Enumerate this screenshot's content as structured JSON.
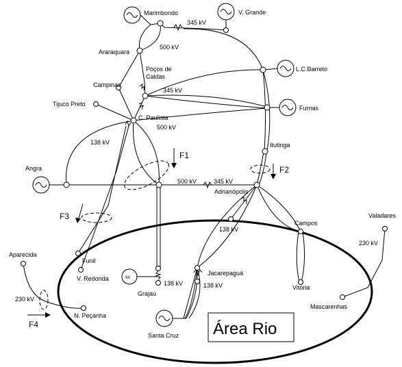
{
  "diagram": {
    "buses": {
      "marimbondo": "Marimbondo",
      "v_grande": "V. Grande",
      "araraquara": "Araraquara",
      "pocos_de_caldas_1": "Poços de",
      "pocos_de_caldas_2": "Caldas",
      "lc_barreto": "L.C.Barreto",
      "campinas": "Campinas",
      "furnas": "Furnas",
      "tijuco_preto": "Tijuco Preto",
      "c_paulista": "C. Paulista",
      "itutinga": "Itutinga",
      "angra": "Angra",
      "adrianopolis": "Adrianópolis",
      "campos": "Campos",
      "valadares": "Valadares",
      "aparecida": "Aparecida",
      "funil": "Funil",
      "v_redonda": "V. Redonda",
      "grajau": "Grajaú",
      "jacarepagua": "Jacarepaguá",
      "vitoria": "Vitória",
      "mascarenhas": "Mascarenhas",
      "n_pecanha": "N. Peçanha",
      "santa_cruz": "Santa Cruz"
    },
    "voltages": {
      "v345_top": "345 kV",
      "v500_araraquara": "500 kV",
      "v345_pocos": "345 kV",
      "v500_cpaulista": "500 kV",
      "v138_left": "138 kV",
      "v500_mid": "500 kV",
      "v345_mid": "345 kV",
      "v138_adrianopolis": "138 kV",
      "v230_valadares": "230 kV",
      "v138_grajau": "138 kV",
      "v138_jacarepagua": "138 kV",
      "v230_aparecida": "230 kV"
    },
    "flows": {
      "f1": "F1",
      "f2": "F2",
      "f3": "F3",
      "f4": "F4"
    },
    "sc_label": "sc",
    "area_title": "Área Rio"
  }
}
